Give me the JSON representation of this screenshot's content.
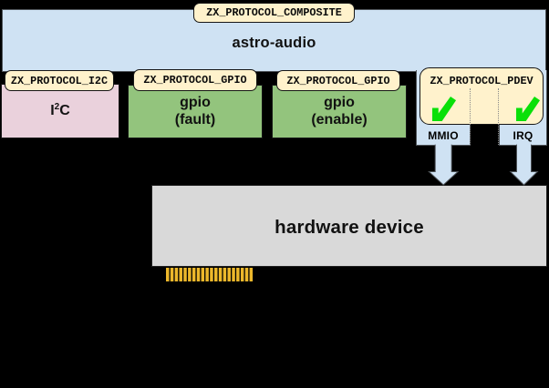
{
  "diagram": {
    "composite_badge": "ZX_PROTOCOL_COMPOSITE",
    "driver_box": {
      "label": "astro-audio"
    },
    "fragments": {
      "i2c": {
        "badge": "ZX_PROTOCOL_I2C",
        "label_base": "I",
        "label_sup": "2",
        "label_rest": "C"
      },
      "gpio_fault": {
        "badge": "ZX_PROTOCOL_GPIO",
        "label_line1": "gpio",
        "label_line2": "(fault)"
      },
      "gpio_enable": {
        "badge": "ZX_PROTOCOL_GPIO",
        "label_line1": "gpio",
        "label_line2": "(enable)"
      },
      "pdev": {
        "badge": "ZX_PROTOCOL_PDEV",
        "checkmarks": 2,
        "ports": [
          {
            "label": "MMIO"
          },
          {
            "label": "IRQ"
          }
        ]
      }
    },
    "hardware_box": {
      "label": "hardware device"
    },
    "connector_pins": 20,
    "colors": {
      "background": "#000000",
      "driver_fill": "#cfe2f3",
      "badge_fill": "#fff2cc",
      "i2c_fill": "#ead1dc",
      "gpio_fill": "#93c47d",
      "hardware_fill": "#d9d9d9",
      "pin_gold": "#ecb72b",
      "checkmark_green": "#09e009"
    }
  }
}
